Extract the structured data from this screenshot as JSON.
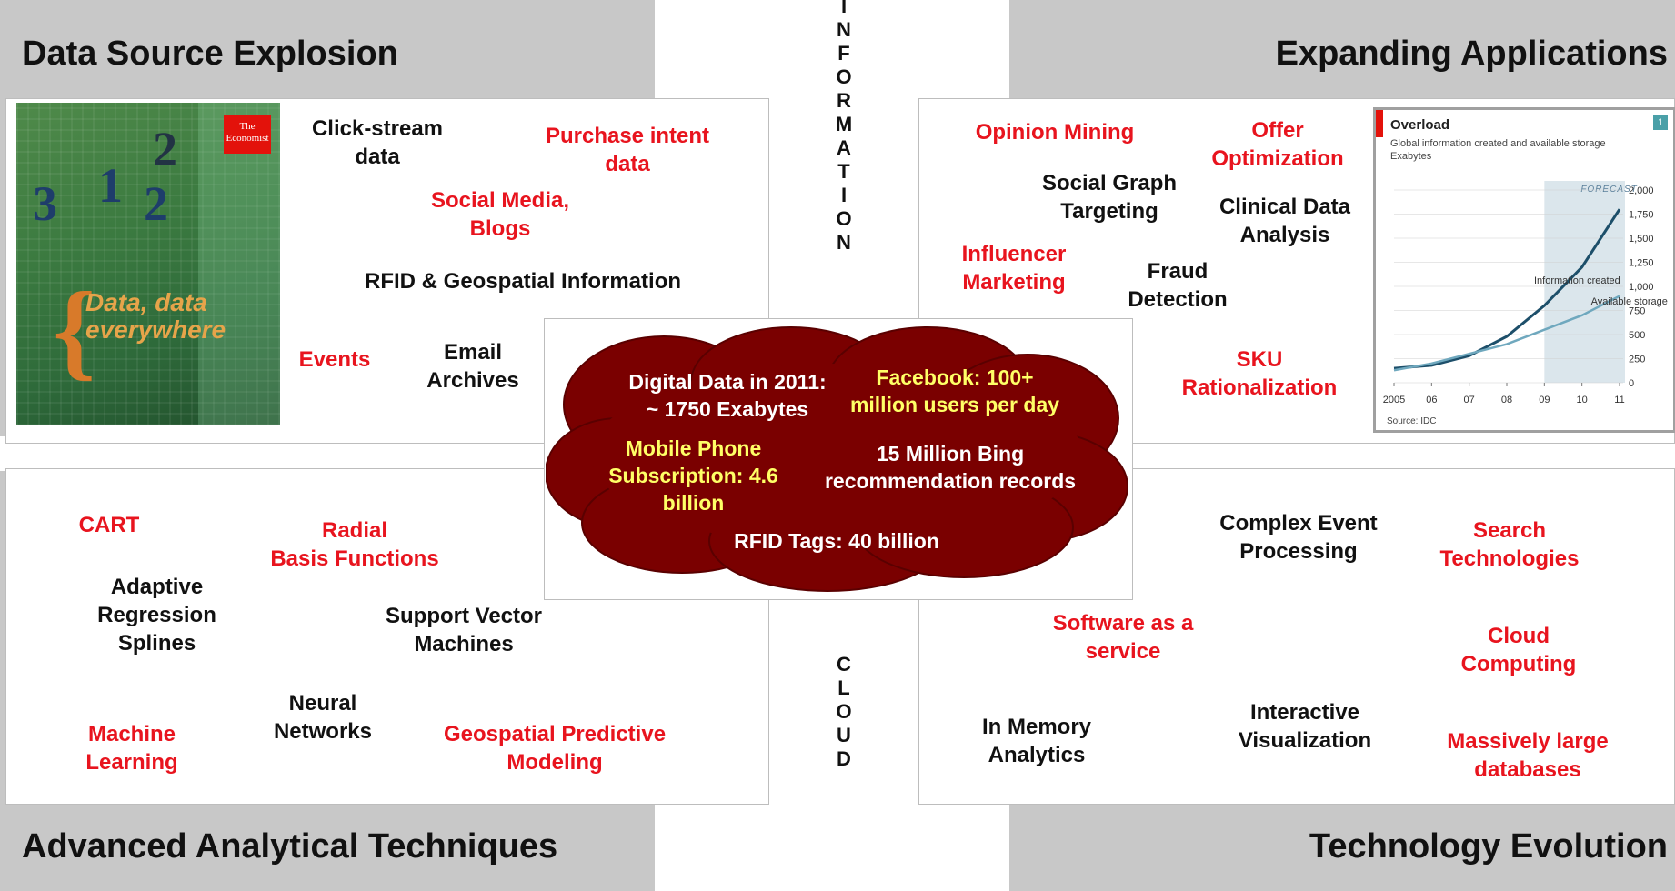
{
  "quadrants": {
    "top_left": {
      "title": "Data Source Explosion",
      "items": [
        {
          "text": "Click-stream\ndata",
          "color": "black"
        },
        {
          "text": "Purchase intent\ndata",
          "color": "red"
        },
        {
          "text": "Social Media,\nBlogs",
          "color": "red"
        },
        {
          "text": "RFID & Geospatial Information",
          "color": "black"
        },
        {
          "text": "Events",
          "color": "red"
        },
        {
          "text": "Email\nArchives",
          "color": "black"
        }
      ]
    },
    "top_right": {
      "title": "Expanding Applications",
      "items": [
        {
          "text": "Opinion Mining",
          "color": "red"
        },
        {
          "text": "Offer\nOptimization",
          "color": "red"
        },
        {
          "text": "Social Graph\nTargeting",
          "color": "black"
        },
        {
          "text": "Clinical Data\nAnalysis",
          "color": "black"
        },
        {
          "text": "Influencer\nMarketing",
          "color": "red"
        },
        {
          "text": "Fraud\nDetection",
          "color": "black"
        },
        {
          "text": "SKU\nRationalization",
          "color": "red"
        }
      ]
    },
    "bottom_left": {
      "title": "Advanced Analytical Techniques",
      "items": [
        {
          "text": "CART",
          "color": "red"
        },
        {
          "text": "Radial\nBasis Functions",
          "color": "red"
        },
        {
          "text": "Adaptive\nRegression\nSplines",
          "color": "black"
        },
        {
          "text": "Support Vector\nMachines",
          "color": "black"
        },
        {
          "text": "Neural\nNetworks",
          "color": "black"
        },
        {
          "text": "Machine\nLearning",
          "color": "red"
        },
        {
          "text": "Geospatial Predictive\nModeling",
          "color": "red"
        }
      ]
    },
    "bottom_right": {
      "title": "Technology Evolution",
      "items": [
        {
          "text": "Complex Event\nProcessing",
          "color": "black"
        },
        {
          "text": "Search\nTechnologies",
          "color": "red"
        },
        {
          "text": "Software as a\nservice",
          "color": "red"
        },
        {
          "text": "Cloud\nComputing",
          "color": "red"
        },
        {
          "text": "In Memory\nAnalytics",
          "color": "black"
        },
        {
          "text": "Interactive\nVisualization",
          "color": "black"
        },
        {
          "text": "Massively large\ndatabases",
          "color": "red"
        }
      ]
    }
  },
  "vertical_top": "INFORMATION",
  "vertical_bottom": "CLOUD",
  "cloud": {
    "fill": "#7a0000",
    "items": [
      {
        "text": "Digital Data in 2011:\n~ 1750 Exabytes",
        "color": "white"
      },
      {
        "text": "Facebook: 100+\nmillion users per day",
        "color": "yellow"
      },
      {
        "text": "Mobile Phone\nSubscription: 4.6\nbillion",
        "color": "yellow"
      },
      {
        "text": "15 Million Bing\nrecommendation records",
        "color": "white"
      },
      {
        "text": "RFID Tags: 40 billion",
        "color": "white"
      }
    ]
  },
  "cover": {
    "logo": "The\nEconomist",
    "title": "Data, data\neverywhere",
    "numbers": [
      "3",
      "1",
      "2",
      "2"
    ]
  },
  "overload_chart": {
    "title": "Overload",
    "subtitle": "Global information created and available storage",
    "unit": "Exabytes",
    "badge": "1",
    "forecast_label": "FORECAST",
    "source": "Source: IDC",
    "chart_data": {
      "type": "line",
      "title": "Overload",
      "ylabel": "Exabytes",
      "x": [
        "2005",
        "06",
        "07",
        "08",
        "09",
        "10",
        "11"
      ],
      "ylim": [
        0,
        2000
      ],
      "yticks": [
        "0",
        "250",
        "500",
        "750",
        "1,000",
        "1,250",
        "1,500",
        "1,750",
        "2,000"
      ],
      "forecast_from": "09",
      "series": [
        {
          "name": "Information created",
          "values": [
            150,
            180,
            280,
            480,
            800,
            1200,
            1800
          ]
        },
        {
          "name": "Available storage",
          "values": [
            130,
            200,
            300,
            400,
            550,
            700,
            900
          ]
        }
      ]
    }
  }
}
